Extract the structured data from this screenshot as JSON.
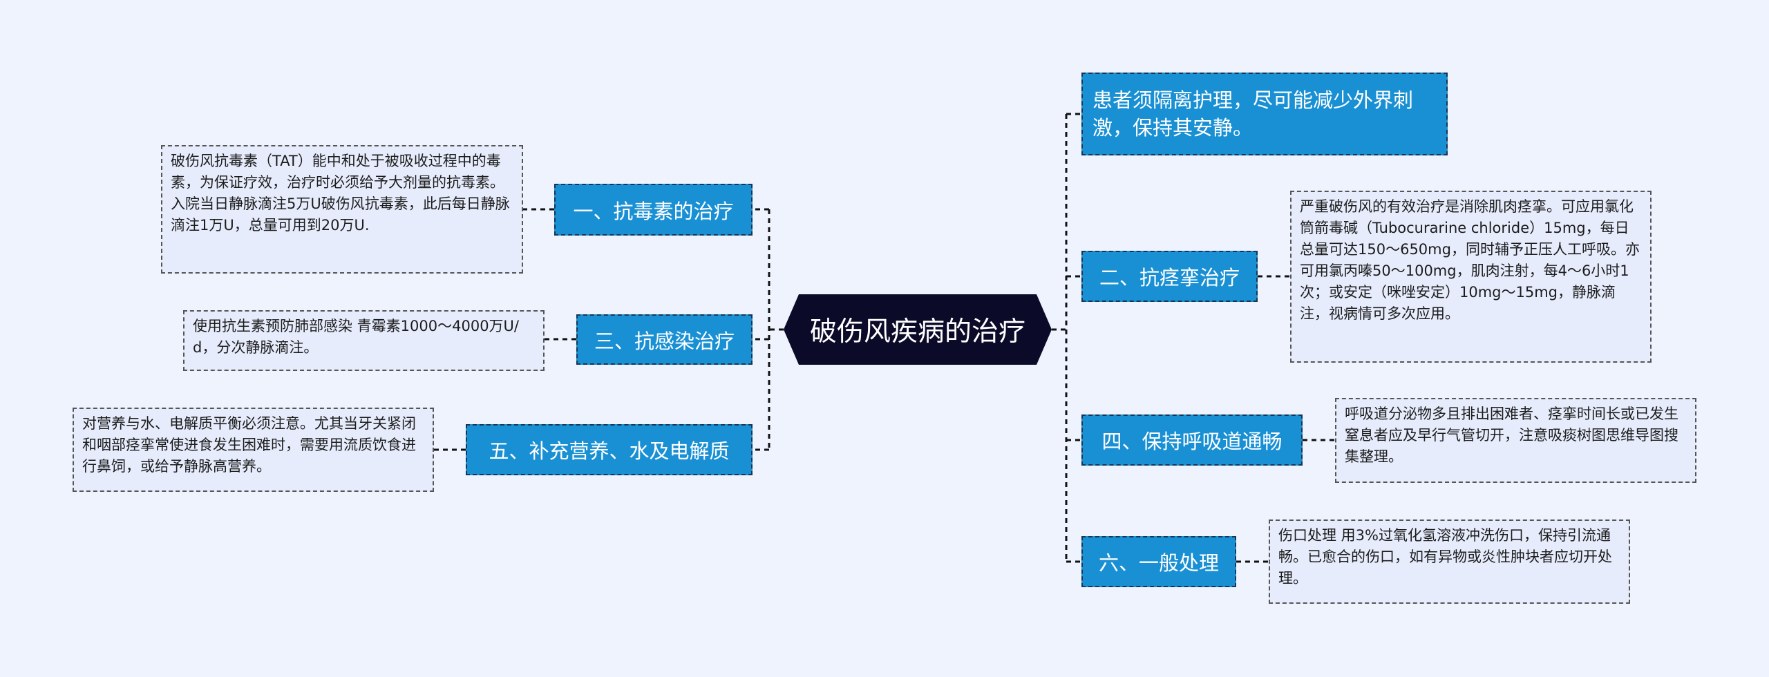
{
  "colors": {
    "background": "#eef3fe",
    "central_node": "#0b0a28",
    "branch_node": "#1a90d4",
    "leaf_node": "#e6ecfc",
    "connector": "#111111"
  },
  "center": {
    "label": "破伤风疾病的治疗"
  },
  "left_branches": [
    {
      "label": "一、抗毒素的治疗",
      "detail": "破伤风抗毒素（TAT）能中和处于被吸收过程中的毒素，为保证疗效，治疗时必须给予大剂量的抗毒素。入院当日静脉滴注5万U破伤风抗毒素，此后每日静脉滴注1万U，总量可用到20万U."
    },
    {
      "label": "三、抗感染治疗",
      "detail": "使用抗生素预防肺部感染 青霉素1000～4000万U/d，分次静脉滴注。"
    },
    {
      "label": "五、补充营养、水及电解质",
      "detail": "对营养与水、电解质平衡必须注意。尤其当牙关紧闭和咽部痉挛常使进食发生困难时，需要用流质饮食进行鼻饲，或给予静脉高营养。"
    }
  ],
  "right_branches": [
    {
      "label": "患者须隔离护理，尽可能减少外界刺激，保持其安静。"
    },
    {
      "label": "二、抗痉挛治疗",
      "detail": "严重破伤风的有效治疗是消除肌肉痉挛。可应用氯化筒箭毒碱（Tubocurarine chloride）15mg，每日总量可达150～650mg，同时辅予正压人工呼吸。亦可用氯丙嗪50～100mg，肌肉注射，每4～6小时1次；或安定（咪唑安定）10mg～15mg，静脉滴注，视病情可多次应用。"
    },
    {
      "label": "四、保持呼吸道通畅",
      "detail": "呼吸道分泌物多且排出困难者、痉挛时间长或已发生窒息者应及早行气管切开，注意吸痰树图思维导图搜集整理。"
    },
    {
      "label": "六、一般处理",
      "detail": "伤口处理 用3%过氧化氢溶液冲洗伤口，保持引流通畅。已愈合的伤口，如有异物或炎性肿块者应切开处理。"
    }
  ]
}
